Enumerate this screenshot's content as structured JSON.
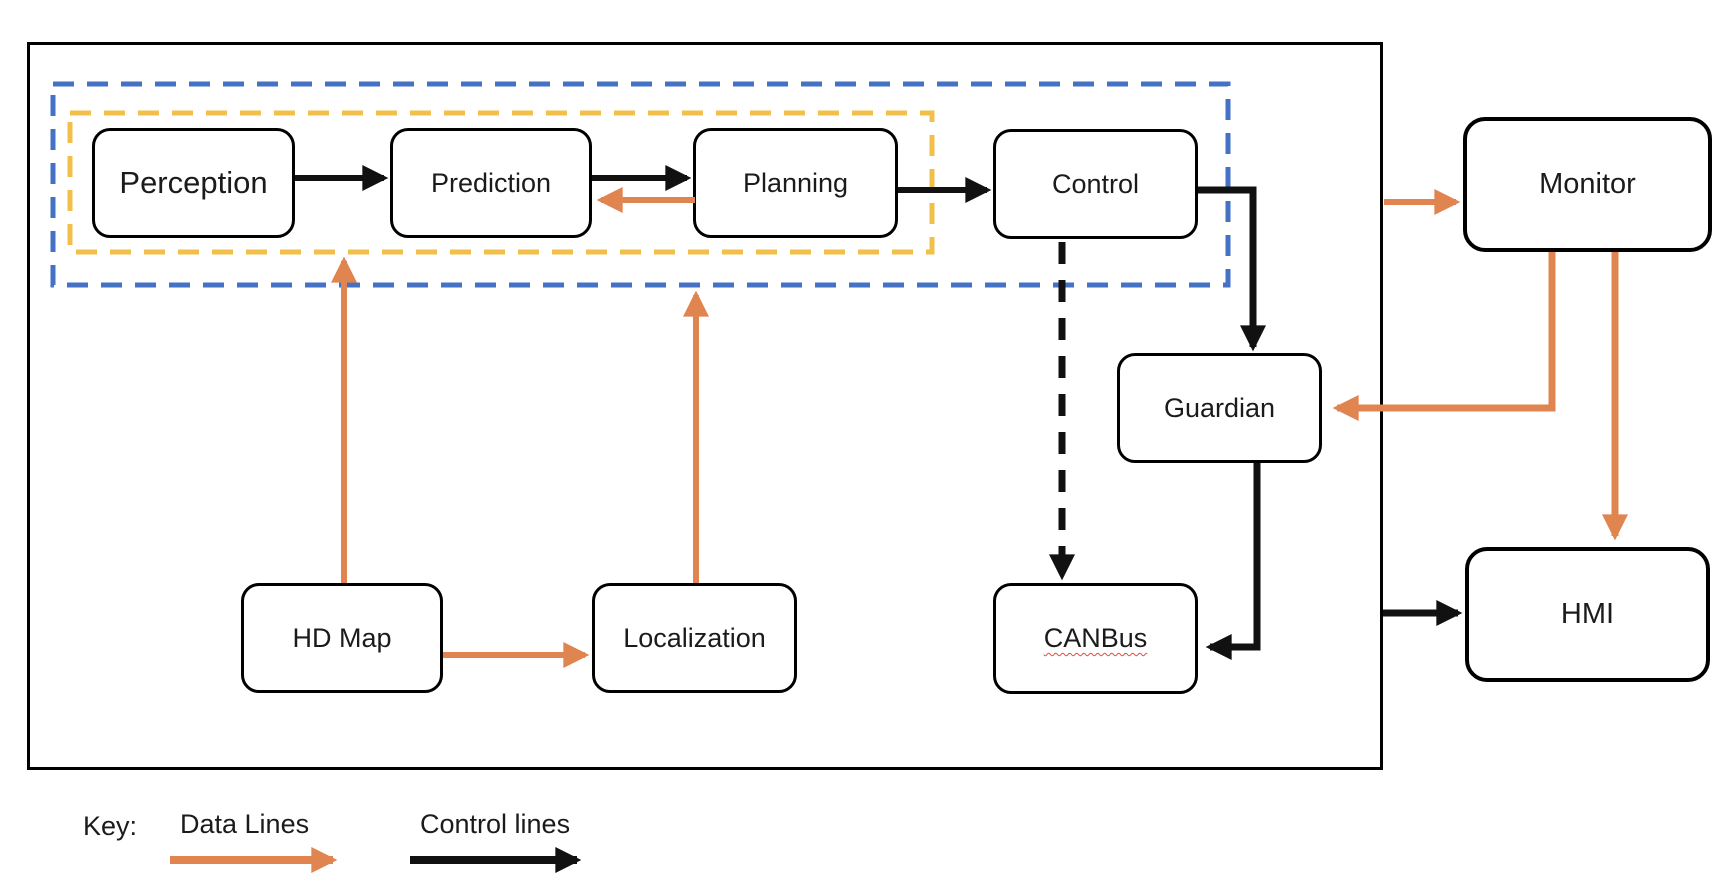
{
  "diagram": {
    "nodes": {
      "perception": {
        "label": "Perception"
      },
      "prediction": {
        "label": "Prediction"
      },
      "planning": {
        "label": "Planning"
      },
      "control": {
        "label": "Control"
      },
      "guardian": {
        "label": "Guardian"
      },
      "canbus": {
        "label": "CANBus"
      },
      "hdmap": {
        "label": "HD Map"
      },
      "localization": {
        "label": "Localization"
      },
      "monitor": {
        "label": "Monitor"
      },
      "hmi": {
        "label": "HMI"
      }
    },
    "legend": {
      "key_label": "Key:",
      "data_lines_label": "Data Lines",
      "control_lines_label": "Control lines"
    },
    "colors": {
      "data_line": "#E08450",
      "control_line": "#111111",
      "autonomy_group_border": "#4472C4",
      "planning_group_border": "#F2C04A",
      "spellcheck_underline": "#E5493A"
    }
  }
}
